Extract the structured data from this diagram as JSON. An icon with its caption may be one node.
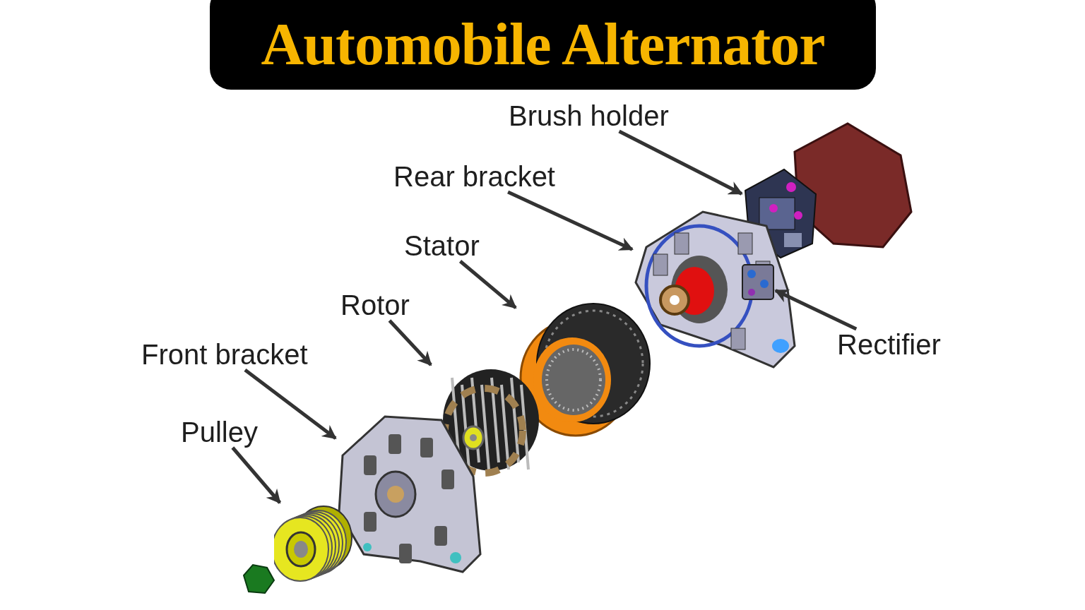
{
  "diagram": {
    "title": "Automobile Alternator",
    "nodes": [
      {
        "text": [
          "Brush holder"
        ]
      },
      {
        "text": [
          "Rear bracket"
        ]
      },
      {
        "text": [
          "Stator"
        ]
      },
      {
        "text": [
          "Rotor"
        ]
      },
      {
        "text": [
          "Front bracket"
        ]
      },
      {
        "text": [
          "Rectifier"
        ]
      },
      {
        "text": [
          "Pulley"
        ]
      },
      {
        "text": [],
        "shape": "picture"
      },
      {
        "text": [],
        "shape": "picture"
      },
      {
        "text": [],
        "shape": "picture"
      },
      {
        "text": [],
        "shape": "picture"
      },
      {
        "text": [],
        "shape": "picture"
      },
      {
        "text": [],
        "shape": "picture",
        "in": 8
      },
      {
        "text": [],
        "shape": "picture"
      }
    ],
    "edges": [
      {
        "from": 0,
        "to": 7,
        "arrow": "to"
      },
      {
        "from": 1,
        "to": 8,
        "arrow": "to"
      },
      {
        "from": 2,
        "to": 9,
        "arrow": "to"
      },
      {
        "from": 3,
        "to": 10,
        "arrow": "to"
      },
      {
        "from": 4,
        "to": 11,
        "arrow": "to"
      },
      {
        "from": 5,
        "to": 12,
        "arrow": "to"
      },
      {
        "from": 6,
        "to": 13,
        "arrow": "to"
      }
    ]
  }
}
